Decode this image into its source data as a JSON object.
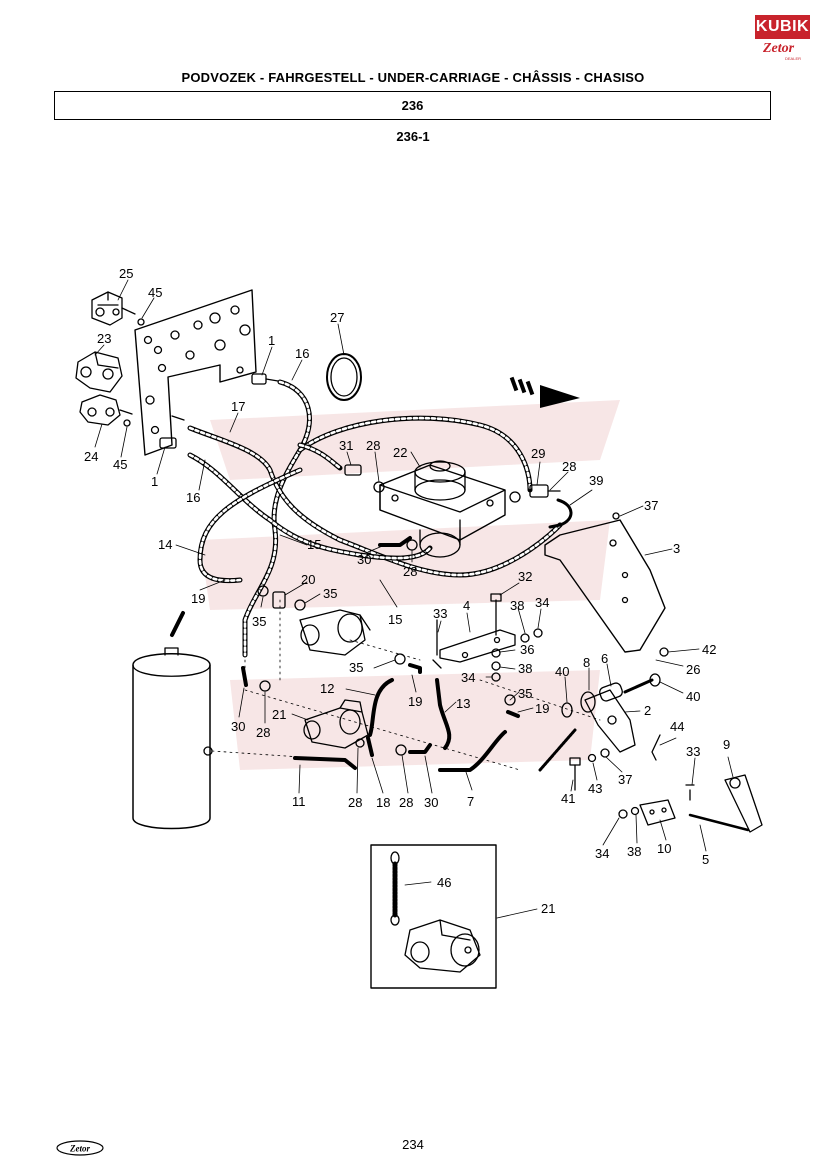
{
  "header": {
    "title": "PODVOZEK - FAHRGESTELL - UNDER-CARRIAGE - CHÂSSIS - CHASISO",
    "group_code": "236",
    "figure_code": "236-1"
  },
  "logo": {
    "brand": "KUBIK",
    "sub": "Zetor",
    "dealer": "DEALER"
  },
  "footer": {
    "page_number": "234",
    "logo_text": "Zetor"
  },
  "colors": {
    "line": "#000000",
    "brand_red": "#c8232c"
  },
  "callouts": {
    "c25": "25",
    "c45a": "45",
    "c23": "23",
    "c24": "24",
    "c45b": "45",
    "c1a": "1",
    "c1b": "1",
    "c16a": "16",
    "c16b": "16",
    "c17": "17",
    "c27": "27",
    "c31": "31",
    "c28a": "28",
    "c22": "22",
    "c29": "29",
    "c28b": "28",
    "c39": "39",
    "c37a": "37",
    "c3": "3",
    "c14": "14",
    "c15a": "15",
    "c30a": "30",
    "c28c": "28",
    "c19a": "19",
    "c20": "20",
    "c35a": "35",
    "c35b": "35",
    "c15b": "15",
    "c32": "32",
    "c4": "4",
    "c38a": "38",
    "c34a": "34",
    "c33a": "33",
    "c36": "36",
    "c38b": "38",
    "c35c": "35",
    "c34b": "34",
    "c40a": "40",
    "c8": "8",
    "c6": "6",
    "c42": "42",
    "c26": "26",
    "c40b": "40",
    "c12": "12",
    "c19b": "19",
    "c13": "13",
    "c35d": "35",
    "c19c": "19",
    "c2": "2",
    "c21a": "21",
    "c30b": "30",
    "c28d": "28",
    "c44": "44",
    "c33b": "33",
    "c9": "9",
    "c11": "11",
    "c28e": "28",
    "c18": "18",
    "c28f": "28",
    "c30c": "30",
    "c7": "7",
    "c41": "41",
    "c43": "43",
    "c37b": "37",
    "c34c": "34",
    "c38c": "38",
    "c10": "10",
    "c5": "5",
    "c46": "46",
    "c21b": "21"
  }
}
